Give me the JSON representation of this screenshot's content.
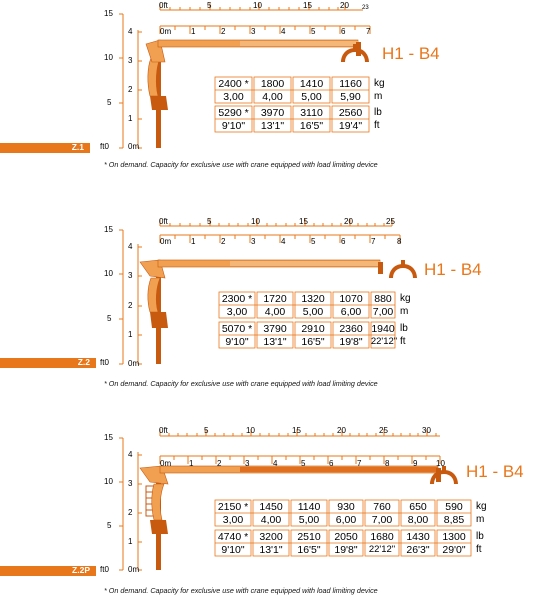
{
  "panels": [
    {
      "id": "z1",
      "tab": "Z.1",
      "model": "H1 - B4",
      "note": "* On demand. Capacity for exclusive use with crane equipped with load limiting device",
      "ft_ticks": [
        "0ft",
        "5",
        "10",
        "15",
        "20",
        "23"
      ],
      "m_ticks": [
        "0m",
        "1",
        "2",
        "3",
        "4",
        "5",
        "6",
        "7"
      ],
      "y_ft": [
        "15",
        "10",
        "5",
        "ft0"
      ],
      "y_m": [
        "4",
        "3",
        "2",
        "1",
        "0m"
      ],
      "rows": {
        "kg": [
          "2400 *",
          "1800",
          "1410",
          "1160"
        ],
        "m": [
          "3,00",
          "4,00",
          "5,00",
          "5,90"
        ],
        "lb": [
          "5290 *",
          "3970",
          "3110",
          "2560"
        ],
        "ft": [
          "9'10\"",
          "13'1\"",
          "16'5\"",
          "19'4\""
        ]
      },
      "units": [
        "kg",
        "m",
        "lb",
        "ft"
      ]
    },
    {
      "id": "z2",
      "tab": "Z.2",
      "model": "H1 - B4",
      "note": "* On demand. Capacity for exclusive use with crane equipped with load limiting device",
      "ft_ticks": [
        "0ft",
        "5",
        "10",
        "15",
        "20",
        "25"
      ],
      "m_ticks": [
        "0m",
        "1",
        "2",
        "3",
        "4",
        "5",
        "6",
        "7",
        "8"
      ],
      "y_ft": [
        "15",
        "10",
        "5",
        "ft0"
      ],
      "y_m": [
        "4",
        "3",
        "2",
        "1",
        "0m"
      ],
      "rows": {
        "kg": [
          "2300 *",
          "1720",
          "1320",
          "1070",
          "880"
        ],
        "m": [
          "3,00",
          "4,00",
          "5,00",
          "6,00",
          "7,00"
        ],
        "lb": [
          "5070 *",
          "3790",
          "2910",
          "2360",
          "1940"
        ],
        "ft": [
          "9'10\"",
          "13'1\"",
          "16'5\"",
          "19'8\"",
          "22'12\""
        ]
      },
      "units": [
        "kg",
        "m",
        "lb",
        "ft"
      ]
    },
    {
      "id": "z2p",
      "tab": "Z.2P",
      "model": "H1 - B4",
      "note": "* On demand. Capacity for exclusive use with crane equipped with load limiting device",
      "ft_ticks": [
        "0ft",
        "5",
        "10",
        "15",
        "20",
        "25",
        "30"
      ],
      "m_ticks": [
        "0m",
        "1",
        "2",
        "3",
        "4",
        "5",
        "6",
        "7",
        "8",
        "9",
        "10"
      ],
      "y_ft": [
        "15",
        "10",
        "5",
        "ft0"
      ],
      "y_m": [
        "4",
        "3",
        "2",
        "1",
        "0m"
      ],
      "rows": {
        "kg": [
          "2150 *",
          "1450",
          "1140",
          "930",
          "760",
          "650",
          "590"
        ],
        "m": [
          "3,00",
          "4,00",
          "5,00",
          "6,00",
          "7,00",
          "8,00",
          "8,85"
        ],
        "lb": [
          "4740 *",
          "3200",
          "2510",
          "2050",
          "1680",
          "1430",
          "1300"
        ],
        "ft": [
          "9'10\"",
          "13'1\"",
          "16'5\"",
          "19'8\"",
          "22'12\"",
          "26'3\"",
          "29'0\""
        ]
      },
      "units": [
        "kg",
        "m",
        "lb",
        "ft"
      ]
    }
  ],
  "colors": {
    "accent": "#e8771b",
    "crane": "#f0a050",
    "crane_dark": "#c85a10"
  },
  "icons": {
    "grapple": "grapple-icon"
  }
}
